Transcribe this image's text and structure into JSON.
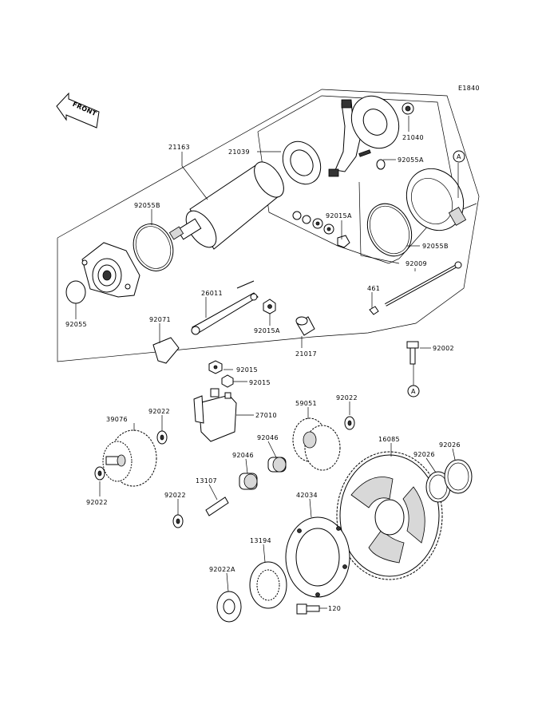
{
  "diagram_id": "E1840",
  "front_label": "FRONT",
  "reference_marks": [
    "A",
    "A"
  ],
  "parts": [
    "21163",
    "21039",
    "21040",
    "92055A",
    "92055B",
    "92055B",
    "92015A",
    "92009",
    "92055",
    "26011",
    "92071",
    "92015A",
    "21017",
    "461",
    "92002",
    "92015",
    "92015",
    "27010",
    "39076",
    "92022",
    "92022",
    "59051",
    "92022",
    "92046",
    "92046",
    "13107",
    "92022",
    "16085",
    "92026",
    "92026",
    "42034",
    "13194",
    "92022A",
    "120"
  ]
}
